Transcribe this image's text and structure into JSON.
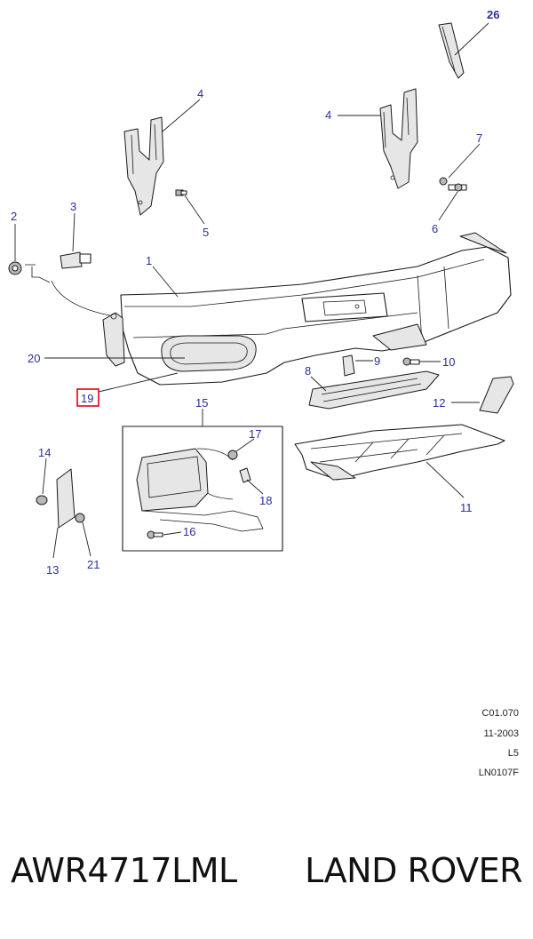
{
  "callouts": {
    "c26": "26",
    "c4a": "4",
    "c4b": "4",
    "c7": "7",
    "c5": "5",
    "c6": "6",
    "c2": "2",
    "c3": "3",
    "c1": "1",
    "c20": "20",
    "c19": "19",
    "c8": "8",
    "c9": "9",
    "c10": "10",
    "c12": "12",
    "c15": "15",
    "c17": "17",
    "c18": "18",
    "c16": "16",
    "c14": "14",
    "c13": "13",
    "c21": "21",
    "c11": "11"
  },
  "highlighted_callout": "19",
  "colors": {
    "callout_text": "#2b2f9a",
    "highlight": "#e3001b"
  },
  "reference": {
    "code": "C01.070",
    "date": "11-2003",
    "level": "L5",
    "id": "LN0107F"
  },
  "footer": {
    "part_number": "AWR4717LML",
    "brand": "LAND ROVER"
  }
}
